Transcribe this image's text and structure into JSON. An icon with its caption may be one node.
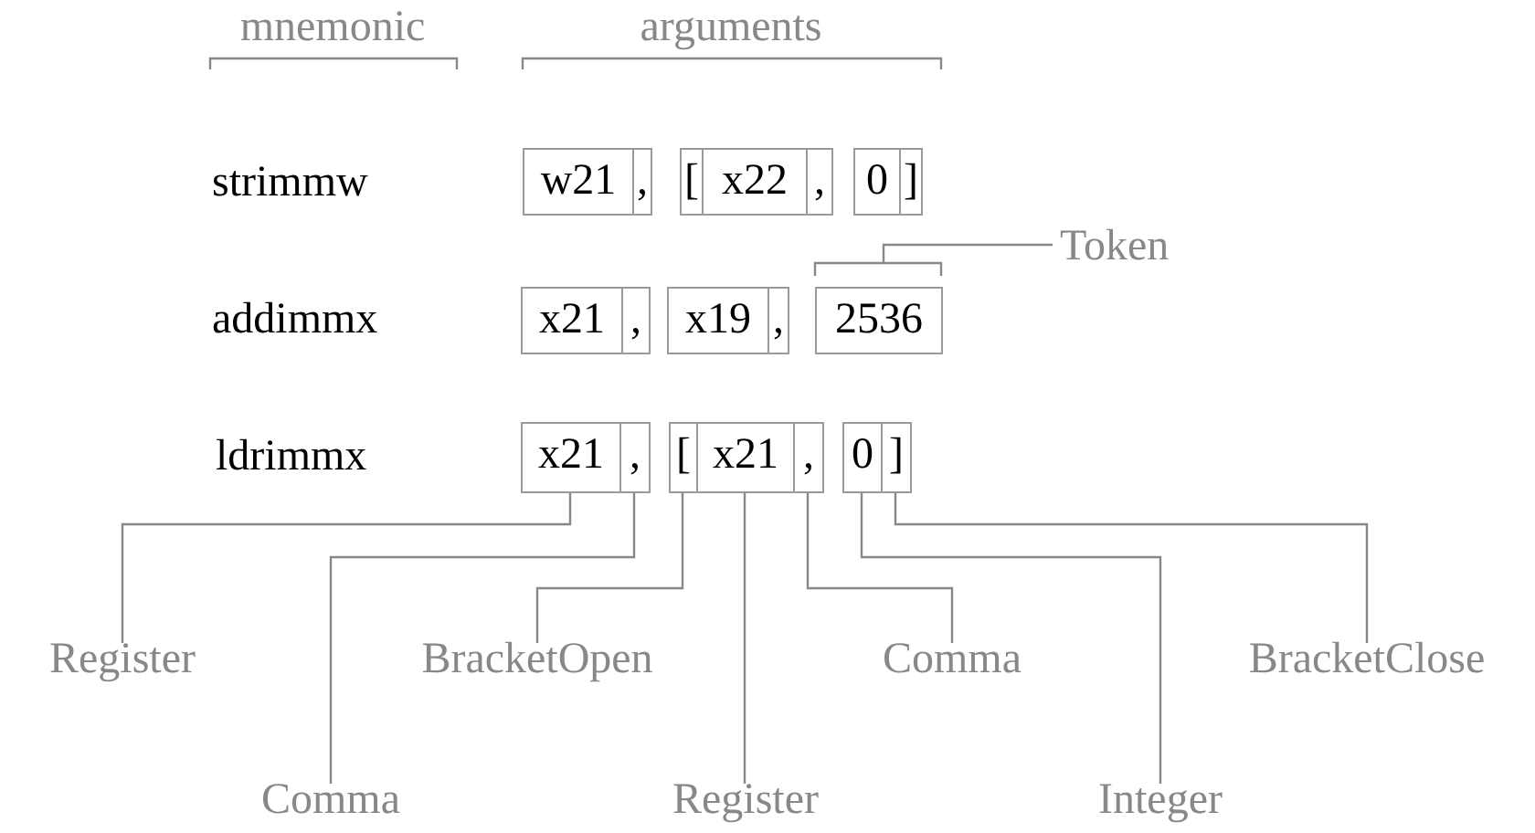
{
  "diagram": {
    "nodes": [
      {
        "text": [
          "w21"
        ]
      },
      {
        "text": [
          ","
        ]
      },
      {
        "text": [
          "["
        ]
      },
      {
        "text": [
          "x22"
        ]
      },
      {
        "text": [
          ","
        ]
      },
      {
        "text": [
          "0"
        ]
      },
      {
        "text": [
          "]"
        ]
      },
      {
        "text": [
          "x21"
        ]
      },
      {
        "text": [
          ","
        ]
      },
      {
        "text": [
          "x19"
        ]
      },
      {
        "text": [
          ","
        ]
      },
      {
        "text": [
          "2536"
        ]
      },
      {
        "text": [
          "Token"
        ]
      },
      {
        "text": [
          "x21"
        ]
      },
      {
        "text": [
          ","
        ]
      },
      {
        "text": [
          "["
        ]
      },
      {
        "text": [
          "x21"
        ]
      },
      {
        "text": [
          ","
        ]
      },
      {
        "text": [
          "0"
        ]
      },
      {
        "text": [
          "]"
        ]
      },
      {
        "text": [
          "Register"
        ]
      },
      {
        "text": [
          "BracketOpen"
        ]
      },
      {
        "text": [
          "Comma"
        ]
      },
      {
        "text": [
          "BracketClose"
        ]
      },
      {
        "text": [
          "Comma"
        ]
      },
      {
        "text": [
          "Register"
        ]
      },
      {
        "text": [
          "Integer"
        ]
      }
    ],
    "edges": [
      {
        "from": 12,
        "to": 11,
        "arrow": "none"
      },
      {
        "from": 20,
        "to": 13,
        "arrow": "none"
      },
      {
        "from": 24,
        "to": 14,
        "arrow": "none"
      },
      {
        "from": 21,
        "to": 15,
        "arrow": "none"
      },
      {
        "from": 25,
        "to": 16,
        "arrow": "none"
      },
      {
        "from": 22,
        "to": 17,
        "arrow": "none"
      },
      {
        "from": 26,
        "to": 18,
        "arrow": "none"
      },
      {
        "from": 23,
        "to": 19,
        "arrow": "none"
      }
    ],
    "labels": [
      "mnemonic",
      "arguments",
      "strimmw",
      "addimmx",
      "ldrimmx"
    ]
  }
}
